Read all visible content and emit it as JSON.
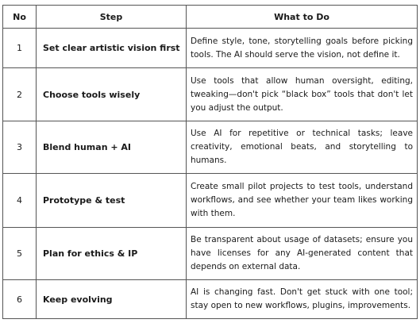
{
  "table": {
    "headers": {
      "no": "No",
      "step": "Step",
      "what": "What to Do"
    },
    "rows": [
      {
        "no": "1",
        "step": "Set clear artistic vision first",
        "what": "Define style, tone, storytelling goals before picking tools. The AI should serve the vision, not define it."
      },
      {
        "no": "2",
        "step": "Choose tools wisely",
        "what": "Use tools that allow human oversight, editing, tweaking—don't pick “black box” tools that don't let you adjust the output."
      },
      {
        "no": "3",
        "step": "Blend human + AI",
        "what": "Use AI for repetitive or technical tasks; leave creativity, emotional beats, and storytelling to humans."
      },
      {
        "no": "4",
        "step": "Prototype & test",
        "what": "Create small pilot projects to test tools, understand workflows, and see whether your team likes working with them."
      },
      {
        "no": "5",
        "step": "Plan for ethics & IP",
        "what": "Be transparent about usage of datasets; ensure you have licenses for any AI-generated content that depends on external data."
      },
      {
        "no": "6",
        "step": "Keep evolving",
        "what": "AI is changing fast. Don't get stuck with one tool; stay open to new workflows, plugins, improvements."
      }
    ]
  }
}
